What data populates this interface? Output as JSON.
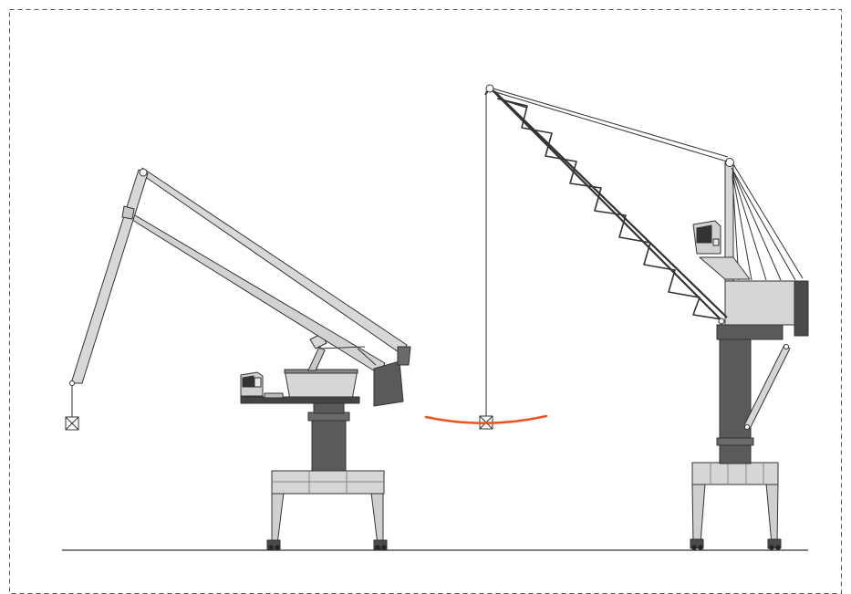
{
  "diagram": {
    "title": "",
    "colors": {
      "background": "#ffffff",
      "frame_dash": "#555555",
      "steel_light": "#d6d6d6",
      "steel_mid": "#c2c2c2",
      "steel_dark": "#5a5a5a",
      "outline": "#333333",
      "ground": "#333333",
      "luffing_path": "#e8551e"
    },
    "cranes": [
      {
        "name": "",
        "kind": "double-link level-luffing crane"
      },
      {
        "name": "",
        "kind": "lattice-jib portal crane"
      }
    ],
    "annotations": [
      {
        "kind": "level-luffing hook path arc",
        "color": "#e8551e"
      }
    ]
  }
}
